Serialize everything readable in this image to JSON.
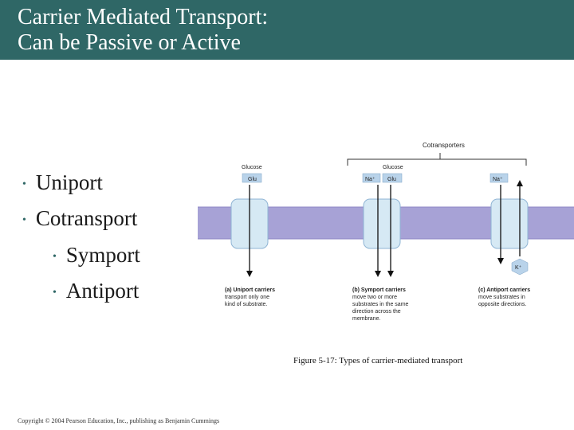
{
  "slide": {
    "title_line1": "Carrier Mediated Transport:",
    "title_line2": "Can be Passive or Active",
    "bullets": [
      {
        "text": "Uniport",
        "level": 1
      },
      {
        "text": "Cotransport",
        "level": 1
      },
      {
        "text": "Symport",
        "level": 2
      },
      {
        "text": "Antiport",
        "level": 2
      }
    ],
    "caption": "Figure 5-17: Types of carrier-mediated transport",
    "copyright": "Copyright © 2004 Pearson Education, Inc., publishing as Benjamin Cummings"
  },
  "figure": {
    "cotransporters_label": "Cotransporters",
    "glucose_label_a": "Glucose",
    "glucose_label_b": "Glucose",
    "glu_a": "Glu",
    "na_b": "Na⁺",
    "glu_b": "Glu",
    "na_c": "Na⁺",
    "k_c": "K⁺",
    "panel_a": {
      "title": "(a) Uniport carriers",
      "lines": [
        "transport only one",
        "kind of substrate."
      ]
    },
    "panel_b": {
      "title": "(b) Symport carriers",
      "lines": [
        "move two or more",
        "substrates in the same",
        "direction across the",
        "membrane."
      ]
    },
    "panel_c": {
      "title": "(c) Antiport carriers",
      "lines": [
        "move substrates in",
        "opposite directions."
      ]
    },
    "colors": {
      "title_bar": "#2f6766",
      "membrane": "#a7a2d6",
      "carrier": "#d6e9f4",
      "label_box": "#b9d3ea"
    }
  }
}
